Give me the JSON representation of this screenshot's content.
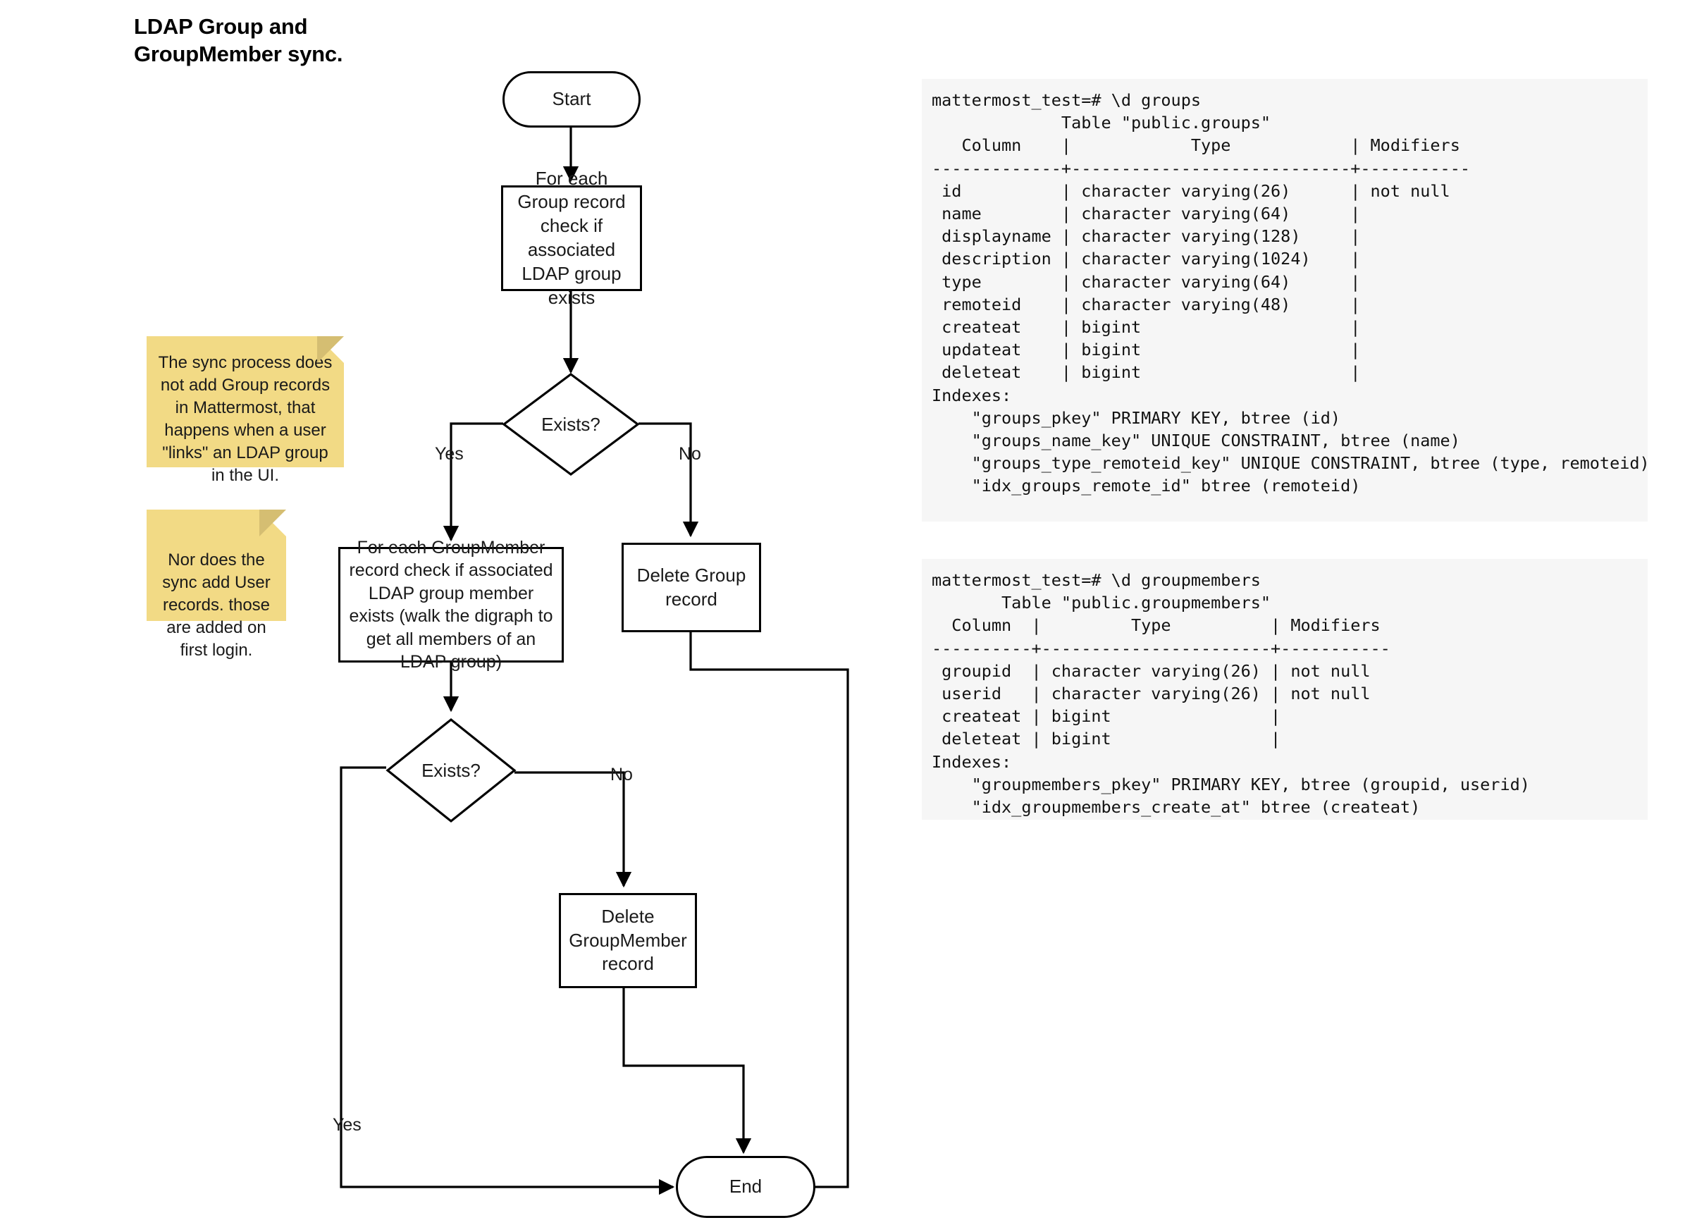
{
  "title": {
    "line1": "LDAP Group and",
    "line2": "GroupMember sync."
  },
  "flowchart": {
    "nodes": {
      "start": "Start",
      "check_group": "For each Group record check if associated LDAP group exists",
      "exists_group": "Exists?",
      "check_groupmember": "For each GroupMember record check if associated LDAP group member exists (walk the digraph to get all members of an LDAP group)",
      "delete_group": "Delete Group record",
      "exists_groupmember": "Exists?",
      "delete_groupmember": "Delete GroupMember record",
      "end": "End"
    },
    "edge_labels": {
      "group_yes": "Yes",
      "group_no": "No",
      "member_no": "No",
      "member_yes": "Yes"
    }
  },
  "notes": [
    {
      "id": "note-group-records",
      "text": "The sync process does not add Group records in Mattermost, that happens when a user \"links\" an LDAP group in the UI."
    },
    {
      "id": "note-user-records",
      "text": "Nor does the sync add User records. those are added on first login."
    }
  ],
  "terminals": [
    {
      "id": "groups",
      "text": "mattermost_test=# \\d groups\n             Table \"public.groups\"\n   Column    |            Type            | Modifiers\n-------------+----------------------------+-----------\n id          | character varying(26)      | not null\n name        | character varying(64)      |\n displayname | character varying(128)     |\n description | character varying(1024)    |\n type        | character varying(64)      |\n remoteid    | character varying(48)      |\n createat    | bigint                     |\n updateat    | bigint                     |\n deleteat    | bigint                     |\nIndexes:\n    \"groups_pkey\" PRIMARY KEY, btree (id)\n    \"groups_name_key\" UNIQUE CONSTRAINT, btree (name)\n    \"groups_type_remoteid_key\" UNIQUE CONSTRAINT, btree (type, remoteid)\n    \"idx_groups_remote_id\" btree (remoteid)\n\n              _"
    },
    {
      "id": "groupmembers",
      "text": "mattermost_test=# \\d groupmembers\n       Table \"public.groupmembers\"\n  Column  |         Type          | Modifiers\n----------+-----------------------+-----------\n groupid  | character varying(26) | not null\n userid   | character varying(26) | not null\n createat | bigint                |\n deleteat | bigint                |\nIndexes:\n    \"groupmembers_pkey\" PRIMARY KEY, btree (groupid, userid)\n    \"idx_groupmembers_create_at\" btree (createat)"
    }
  ],
  "colors": {
    "stroke": "#000000",
    "note_fill": "#f2da85",
    "note_fold": "#d5be72",
    "terminal_bg": "#f6f6f6",
    "text": "#1a1a1a"
  }
}
